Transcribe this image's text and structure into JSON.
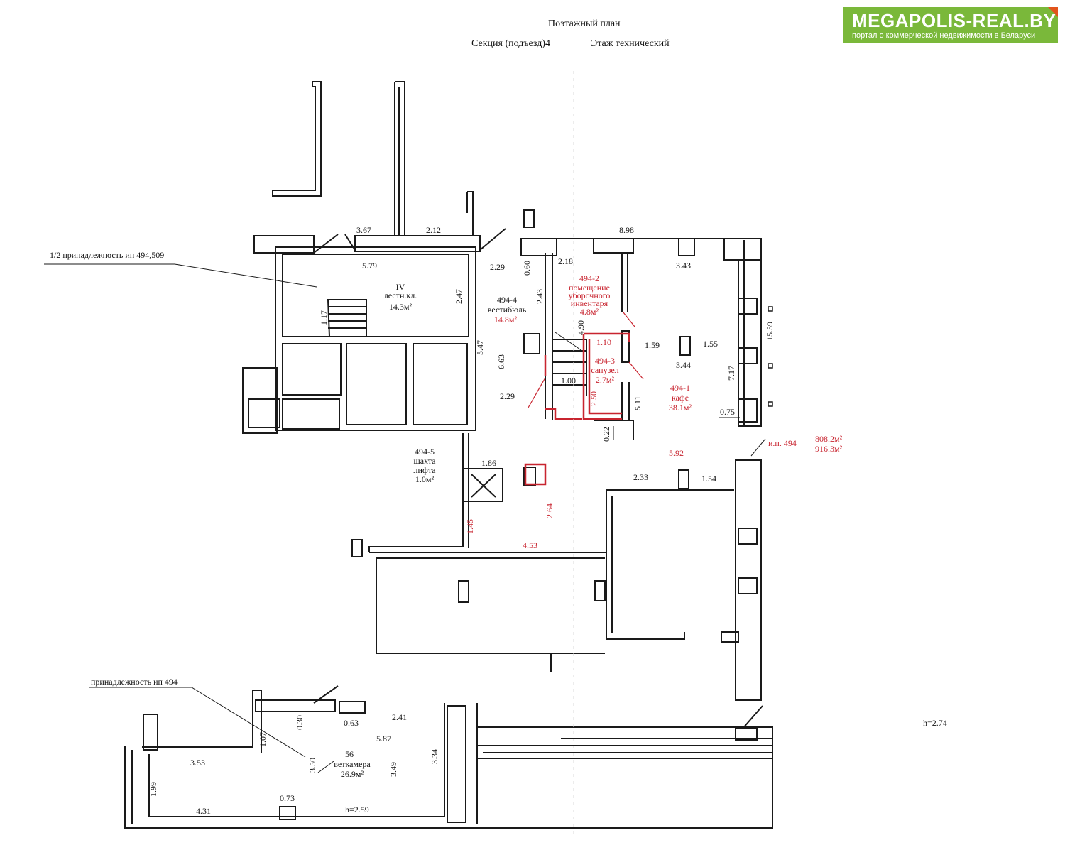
{
  "header": {
    "title": "Поэтажный план",
    "section": "Секция (подъезд)4",
    "floor": "Этаж технический"
  },
  "brand": {
    "name": "MEGAPOLIS-REAL.BY",
    "tagline": "портал о коммерческой недвижимости в Беларуси"
  },
  "notes": {
    "ownership_top": "1/2 принадлежность ип 494,509",
    "ownership_bottom": "принадлежность ип 494",
    "height_main": "h=2.74",
    "height_vent": "h=2.59"
  },
  "rooms": {
    "stair": {
      "id": "IV",
      "name": "лестн.кл.",
      "area": "14.3м²"
    },
    "vestibule": {
      "id": "494-4",
      "name": "вестибюль",
      "area": "14.8м²"
    },
    "storage": {
      "id": "494-2",
      "line1": "помещение",
      "line2": "уборочного",
      "line3": "инвентаря",
      "area": "4.8м²"
    },
    "wc": {
      "id": "494-3",
      "name": "санузел",
      "area": "2.7м²"
    },
    "cafe": {
      "id": "494-1",
      "name": "кафе",
      "area": "38.1м²"
    },
    "lift": {
      "id": "494-5",
      "line1": "шахта",
      "line2": "лифта",
      "area": "1.0м²"
    },
    "vent": {
      "id": "56",
      "name": "веткамера",
      "area": "26.9м²"
    }
  },
  "totals": {
    "label": "и.п. 494",
    "area1": "808.2м²",
    "area2": "916.3м²"
  },
  "dims": {
    "d367": "3.67",
    "d212": "2.12",
    "d898": "8.98",
    "d579": "5.79",
    "d229a": "2.29",
    "d060": "0.60",
    "d218": "2.18",
    "d343": "3.43",
    "d247": "2.47",
    "d243": "2.43",
    "d117": "1.17",
    "d1559": "15.59",
    "d490": "4.90",
    "d159": "1.59",
    "d155": "1.55",
    "d110": "1.10",
    "d344": "3.44",
    "d547": "5.47",
    "d663": "6.63",
    "d717": "7.17",
    "d100": "1.00",
    "d229b": "2.29",
    "d250": "2.50",
    "d511": "5.11",
    "d075": "0.75",
    "d022": "0.22",
    "d592": "5.92",
    "d186": "1.86",
    "d233": "2.33",
    "d154": "1.54",
    "d264": "2.64",
    "d145": "1.45",
    "d453": "4.53",
    "d030": "0.30",
    "d063": "0.63",
    "d241": "2.41",
    "d587": "5.87",
    "d107": "1.07",
    "d353": "3.53",
    "d350": "3.50",
    "d349": "3.49",
    "d334": "3.34",
    "d199": "1.99",
    "d073": "0.73",
    "d431": "4.31"
  },
  "colors": {
    "wall": "#1a1a1a",
    "accent_red": "#c8242f",
    "brand_green": "#7ab83a",
    "brand_corner": "#e2541c"
  }
}
